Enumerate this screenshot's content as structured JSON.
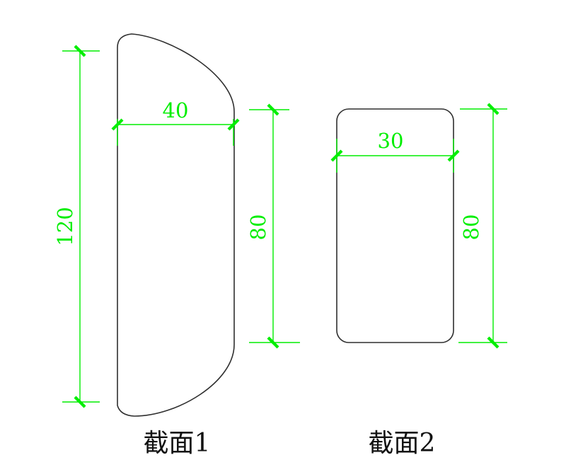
{
  "drawing": {
    "title": "cross-section drawing",
    "background_color": "#ffffff",
    "outline_color": "#2f2f2f",
    "dimension_color": "#00ee00",
    "label_color": "#111111",
    "sections": [
      {
        "label": "截面1",
        "shape": "flat-sided profile with large convex top-right and bottom-right sweep curves",
        "dimensions": {
          "height": "120",
          "width": "40",
          "side_height": "80"
        }
      },
      {
        "label": "截面2",
        "shape": "rounded rectangle",
        "dimensions": {
          "width": "30",
          "side_height": "80"
        }
      }
    ]
  }
}
